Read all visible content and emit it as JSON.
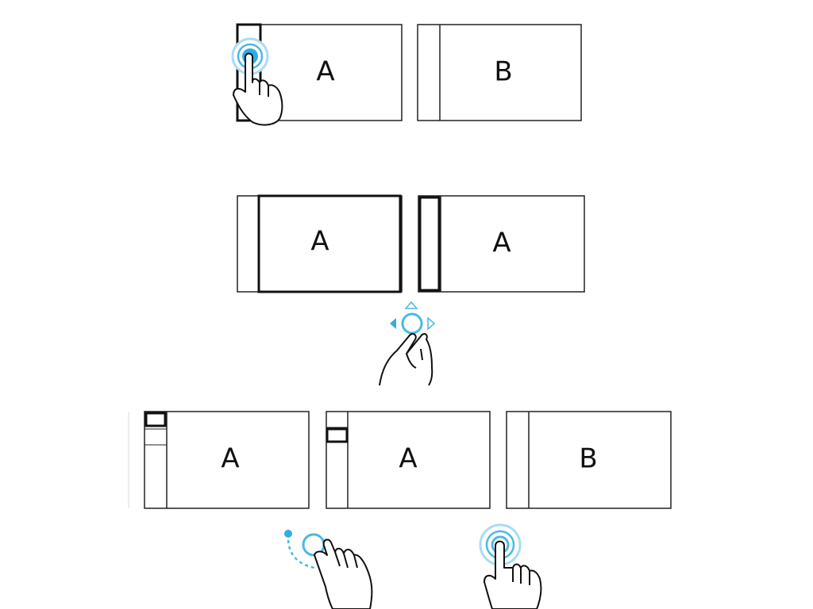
{
  "colors": {
    "stroke": "#1a1a1a",
    "accent": "#4cb8e6",
    "accent_light": "#a9dcf3",
    "background": "#ffffff"
  },
  "row1": {
    "screen_left_label": "A",
    "screen_right_label": "B",
    "gesture_icon": "tap-hold-hand-icon"
  },
  "row2": {
    "screen_left_label": "A",
    "screen_right_label": "A",
    "gesture_icon": "drag-direction-hand-icon"
  },
  "row3": {
    "screen_1_label": "A",
    "screen_2_label": "A",
    "screen_3_label": "B",
    "gesture_left_icon": "swipe-hand-icon",
    "gesture_right_icon": "tap-hand-icon"
  }
}
